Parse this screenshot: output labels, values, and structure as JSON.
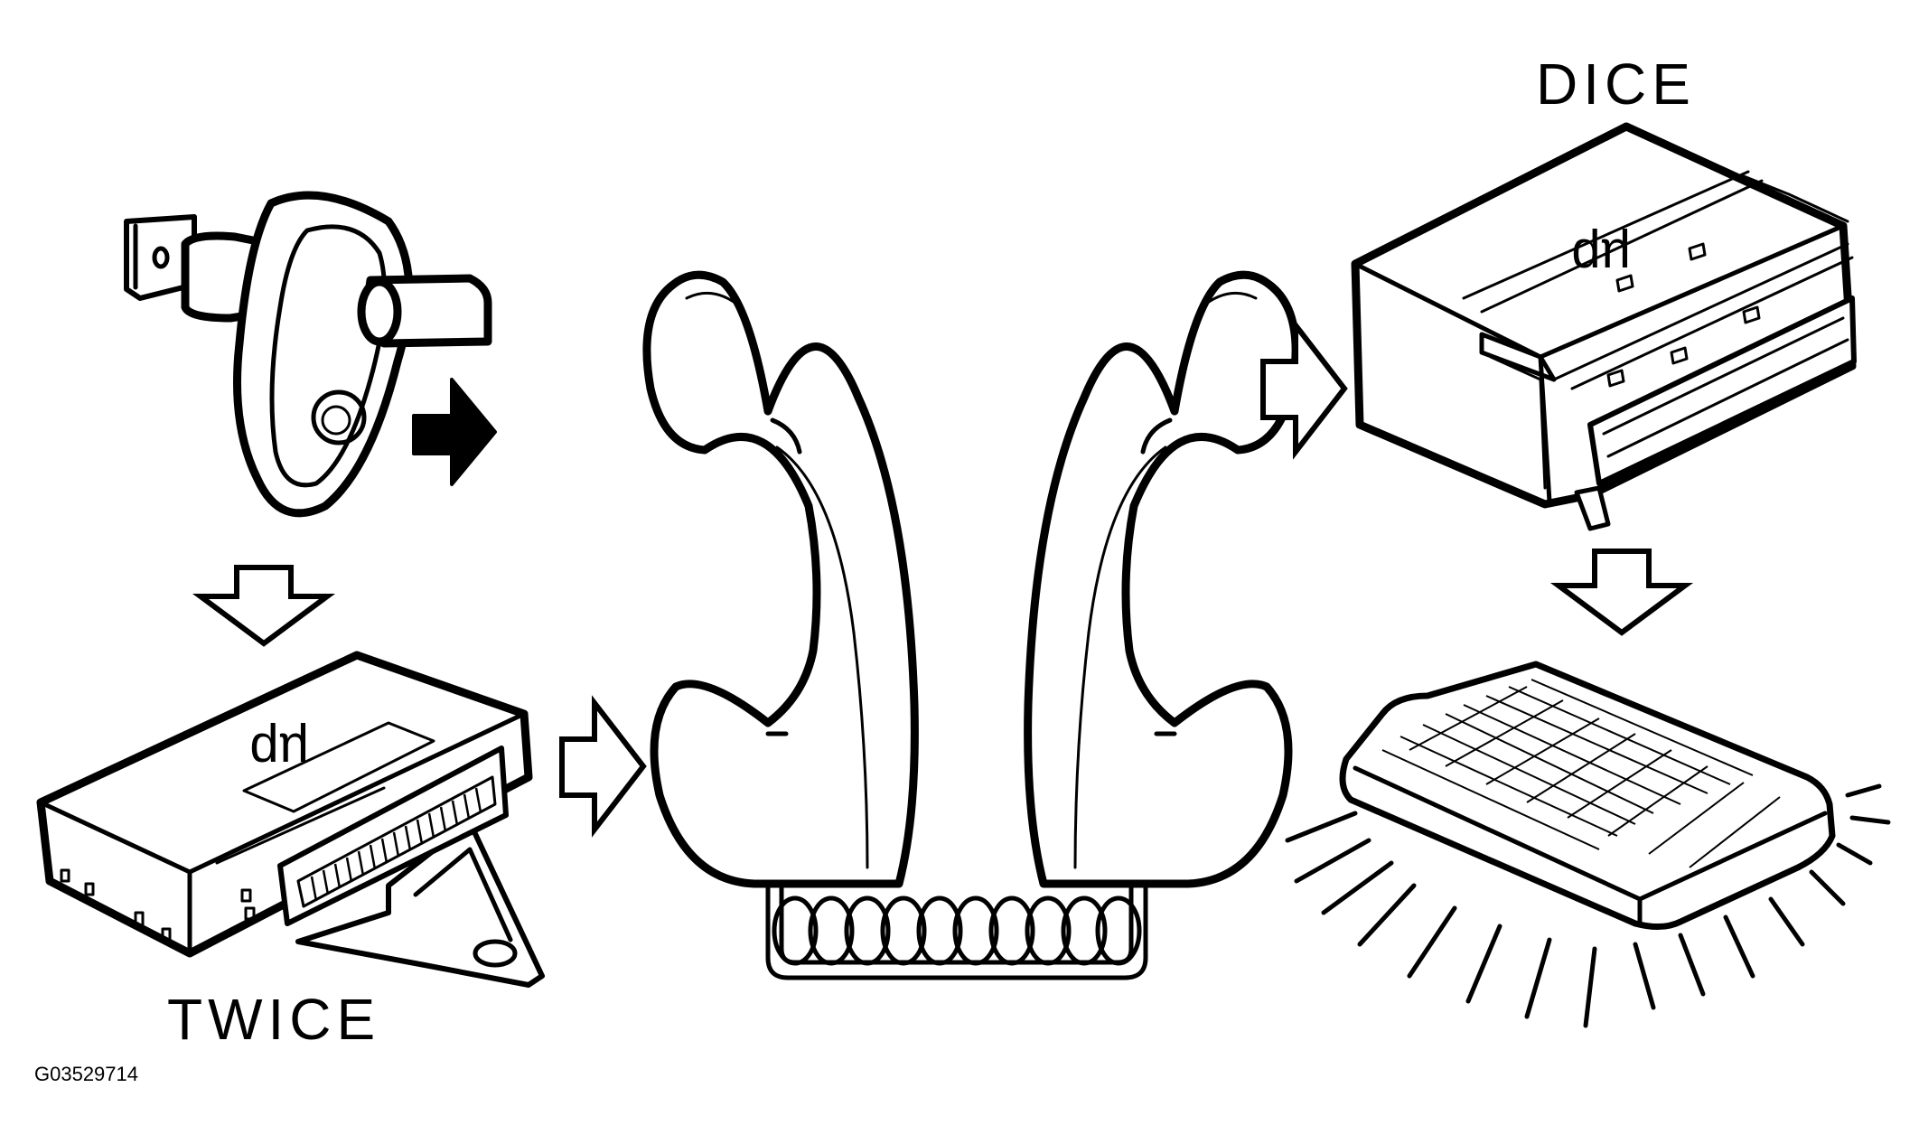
{
  "labels": {
    "dice": "DICE",
    "twice": "TWICE",
    "micro_dice": "µp",
    "micro_twice": "µp",
    "figure_ref": "G03529714"
  },
  "colors": {
    "ink": "#000000",
    "paper": "#ffffff"
  },
  "icons": {
    "switch": "door-switch-icon",
    "twice_module": "control-module-icon",
    "phones": "telephone-handset-icon",
    "dice_module": "control-module-icon",
    "lamp": "interior-lamp-icon"
  }
}
